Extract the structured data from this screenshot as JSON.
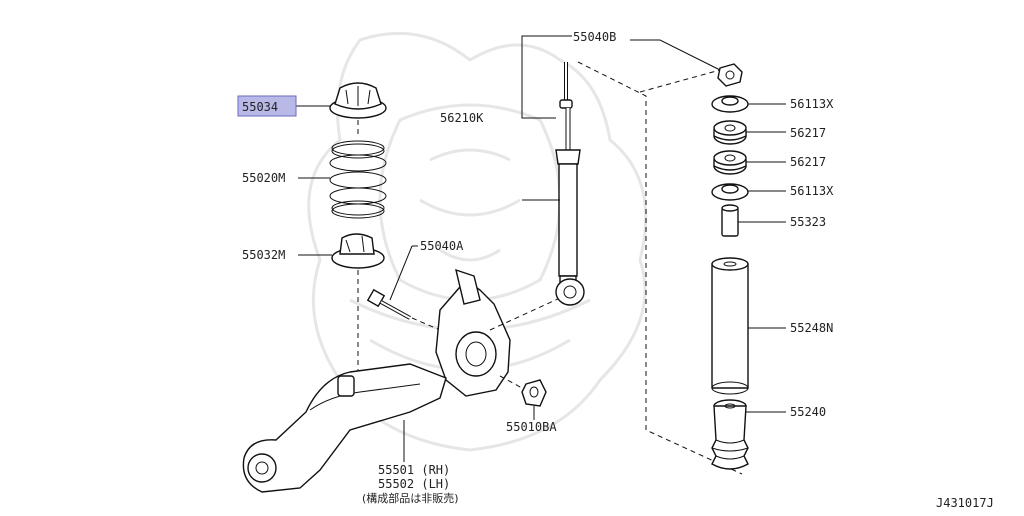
{
  "diagram_code": "J431017J",
  "highlight_color": "#b9b9e8",
  "part_labels": {
    "p55034": "55034",
    "p55020M": "55020M",
    "p55032M": "55032M",
    "p55040A": "55040A",
    "p56210K": "56210K",
    "p55040B": "55040B",
    "p56113X_top": "56113X",
    "p56217_a": "56217",
    "p56217_b": "56217",
    "p56113X_bottom": "56113X",
    "p55323": "55323",
    "p55248N": "55248N",
    "p55240": "55240",
    "p55010BA": "55010BA",
    "p55501": "55501 (RH)",
    "p55502": "55502 (LH)",
    "note": "(構成部品は非販売)"
  }
}
